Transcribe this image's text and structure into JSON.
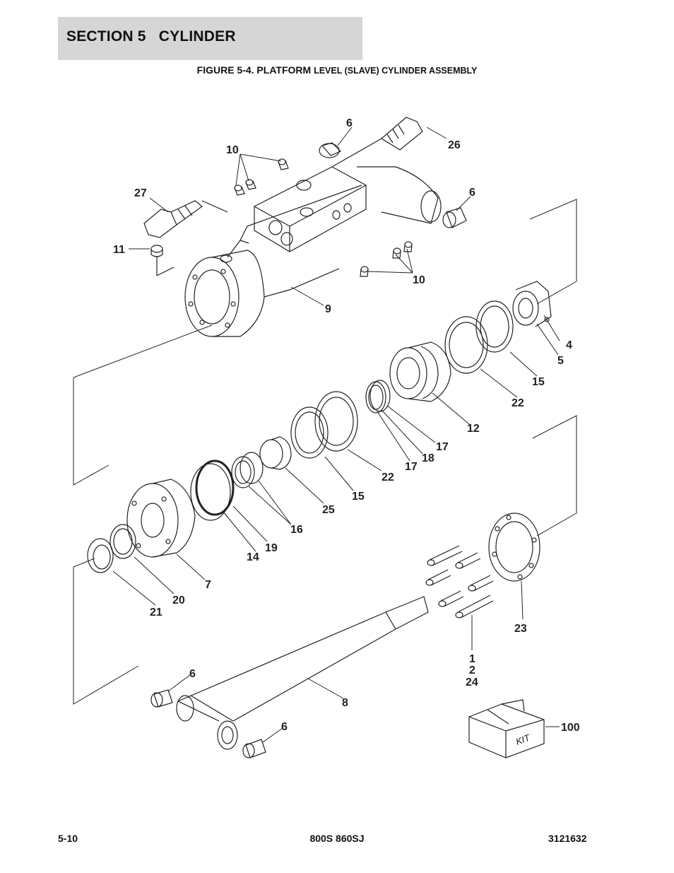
{
  "header": {
    "section_title": "SECTION 5   CYLINDER",
    "figure_prefix": "FIGURE 5-4. PLATFORM",
    "figure_rest": "LEVEL (SLAVE) CYLINDER ASSEMBLY"
  },
  "callouts": {
    "c6a": "6",
    "c26": "26",
    "c10a": "10",
    "c27": "27",
    "c6b": "6",
    "c11": "11",
    "c10b": "10",
    "c9": "9",
    "c4": "4",
    "c5": "5",
    "c15a": "15",
    "c22a": "22",
    "c12": "12",
    "c17a": "17",
    "c18": "18",
    "c17b": "17",
    "c22b": "22",
    "c15b": "15",
    "c25": "25",
    "c16": "16",
    "c19": "19",
    "c14": "14",
    "c7": "7",
    "c20": "20",
    "c21": "21",
    "c23": "23",
    "c1": "1",
    "c2": "2",
    "c24": "24",
    "c8": "8",
    "c6c": "6",
    "c6d": "6",
    "c100": "100"
  },
  "kit_box": {
    "label": "KIT"
  },
  "footer": {
    "page_number": "5-10",
    "model": "800S 860SJ",
    "part_number": "3121632"
  }
}
